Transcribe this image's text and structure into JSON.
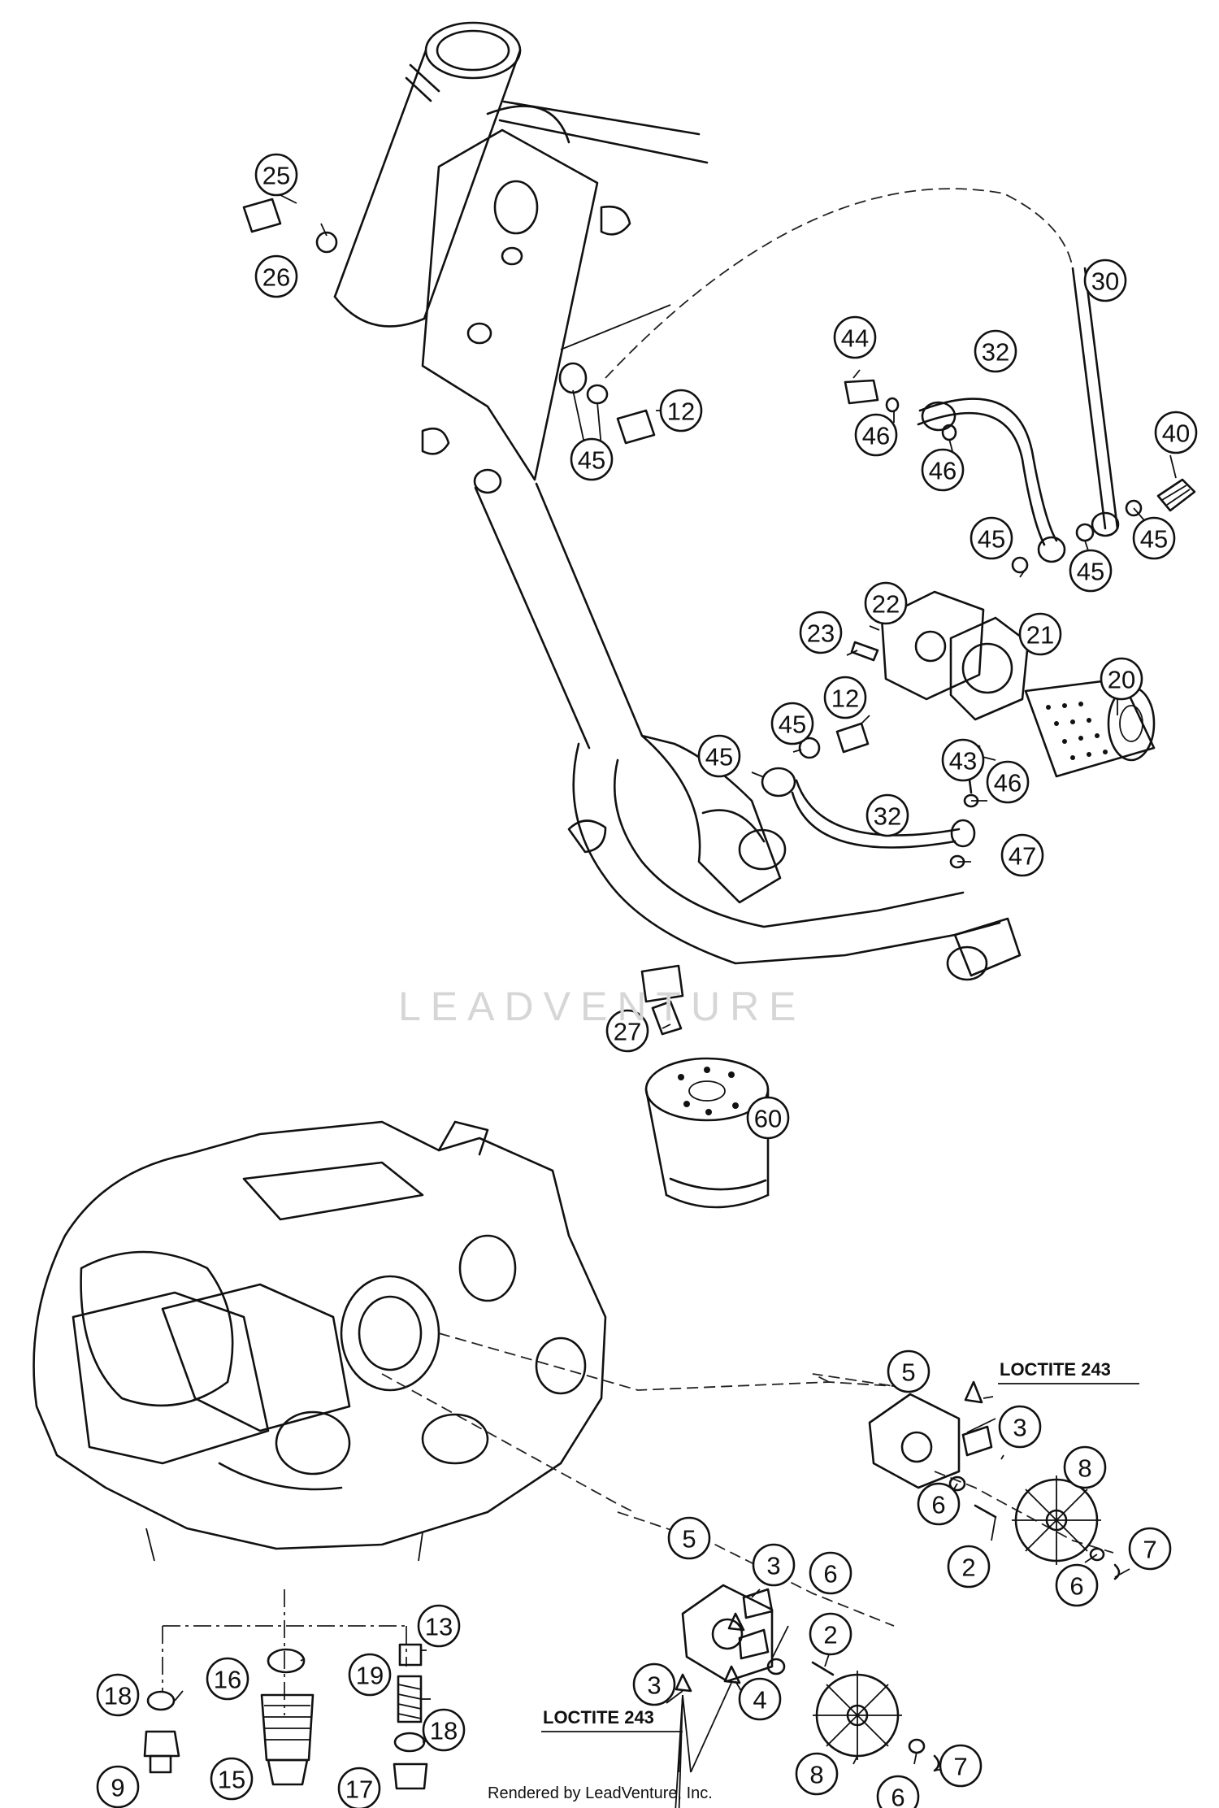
{
  "callouts": [
    "25",
    "26",
    "12",
    "45",
    "30",
    "44",
    "32",
    "46",
    "46",
    "40",
    "45",
    "45",
    "45",
    "22",
    "21",
    "23",
    "20",
    "45",
    "12",
    "45",
    "43",
    "46",
    "32",
    "47",
    "27",
    "60",
    "5",
    "3",
    "8",
    "6",
    "2",
    "7",
    "6",
    "5",
    "3",
    "6",
    "2",
    "13",
    "18",
    "16",
    "19",
    "3",
    "4",
    "18",
    "9",
    "15",
    "17",
    "8",
    "6",
    "7"
  ],
  "notes": {
    "loctite_top": "LOCTITE 243",
    "loctite_bottom": "LOCTITE 243"
  },
  "watermark": "LEADVENTURE",
  "footer": "Rendered by LeadVenture, Inc."
}
